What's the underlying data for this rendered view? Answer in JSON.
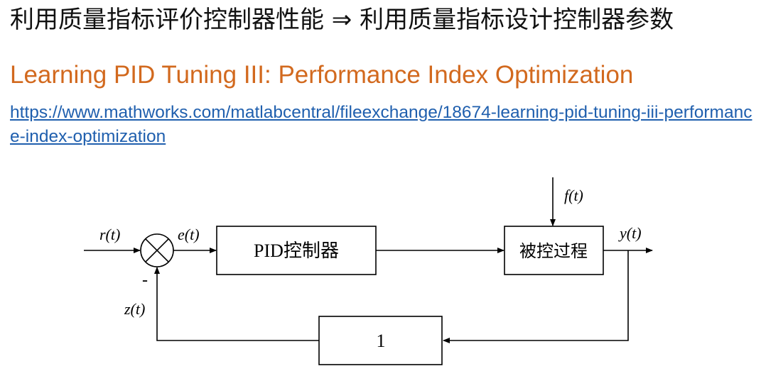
{
  "header": {
    "title": "利用质量指标评价控制器性能 ⇒ 利用质量指标设计控制器参数",
    "subtitle": "Learning PID Tuning III: Performance Index Optimization",
    "link": "https://www.mathworks.com/matlabcentral/fileexchange/18674-learning-pid-tuning-iii-performance-index-optimization"
  },
  "diagram": {
    "blocks": {
      "controller": "PID控制器",
      "process": "被控过程",
      "feedback": "1"
    },
    "signals": {
      "reference": "r(t)",
      "error": "e(t)",
      "disturbance": "f(t)",
      "output": "y(t)",
      "feedback": "z(t)",
      "feedback_sign": "-"
    }
  }
}
